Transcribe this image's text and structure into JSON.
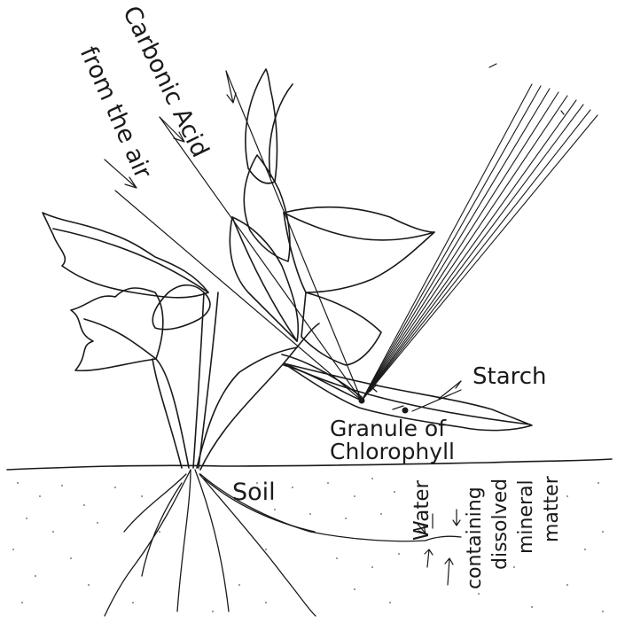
{
  "labels": {
    "carbonic_acid": "Carbonic Acid",
    "from_the_air": "from the air",
    "starch": "Starch",
    "granule_line1": "Granule of",
    "granule_line2": "Chlorophyll",
    "soil": "Soil",
    "water": "Water",
    "containing": "containing",
    "dissolved": "dissolved",
    "mineral": "mineral",
    "matter": "matter"
  },
  "colors": {
    "ink": "#1a1a1a",
    "paper": "#ffffff"
  },
  "icons": {
    "sunlight": "sun-rays-icon",
    "co2_arrow": "arrow-icon",
    "chlorophyll": "granule-icon"
  }
}
